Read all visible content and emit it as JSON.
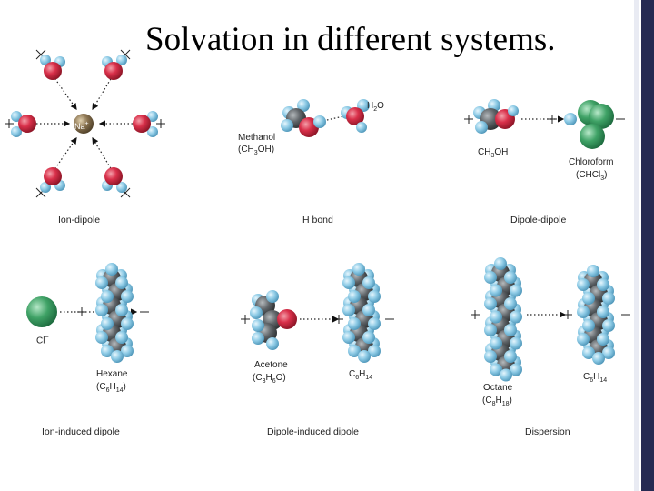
{
  "title": "Solvation in different systems.",
  "colors": {
    "oxygen": "#d9304a",
    "hydrogen": "#8ecbe6",
    "carbon": "#5f6468",
    "chlorine_green": "#3fa266",
    "sodium": "#8a7350",
    "frame_bar": "#252a52"
  },
  "panels": {
    "ion_dipole": {
      "caption": "Ion-dipole",
      "ion_label": "Na",
      "ion_charge": "+"
    },
    "h_bond": {
      "caption": "H bond",
      "methanol_name": "Methanol",
      "methanol_formula": {
        "pre": "(CH",
        "sub1": "3",
        "post": "OH)"
      },
      "water_formula": {
        "pre": "H",
        "sub1": "2",
        "post": "O"
      }
    },
    "dipole_dipole": {
      "caption": "Dipole-dipole",
      "ch3oh_formula": {
        "pre": "CH",
        "sub1": "3",
        "post": "OH"
      },
      "chloroform_name": "Chloroform",
      "chloroform_formula": {
        "pre": "(CHCl",
        "sub1": "3",
        "post": ")"
      }
    },
    "ion_induced_dipole": {
      "caption": "Ion-induced dipole",
      "ion_label": "Cl",
      "ion_charge": "−",
      "hexane_name": "Hexane",
      "hexane_formula": {
        "pre": "(C",
        "sub1": "6",
        "mid": "H",
        "sub2": "14",
        "post": ")"
      }
    },
    "dipole_induced_dipole": {
      "caption": "Dipole-induced dipole",
      "acetone_name": "Acetone",
      "acetone_formula": {
        "pre": "(C",
        "sub1": "3",
        "mid": "H",
        "sub2": "6",
        "post": "O)"
      },
      "c6h14_formula": {
        "pre": "C",
        "sub1": "6",
        "mid": "H",
        "sub2": "14"
      }
    },
    "dispersion": {
      "caption": "Dispersion",
      "octane_name": "Octane",
      "octane_formula": {
        "pre": "(C",
        "sub1": "8",
        "mid": "H",
        "sub2": "18",
        "post": ")"
      },
      "c6h14_formula": {
        "pre": "C",
        "sub1": "6",
        "mid": "H",
        "sub2": "14"
      }
    }
  }
}
